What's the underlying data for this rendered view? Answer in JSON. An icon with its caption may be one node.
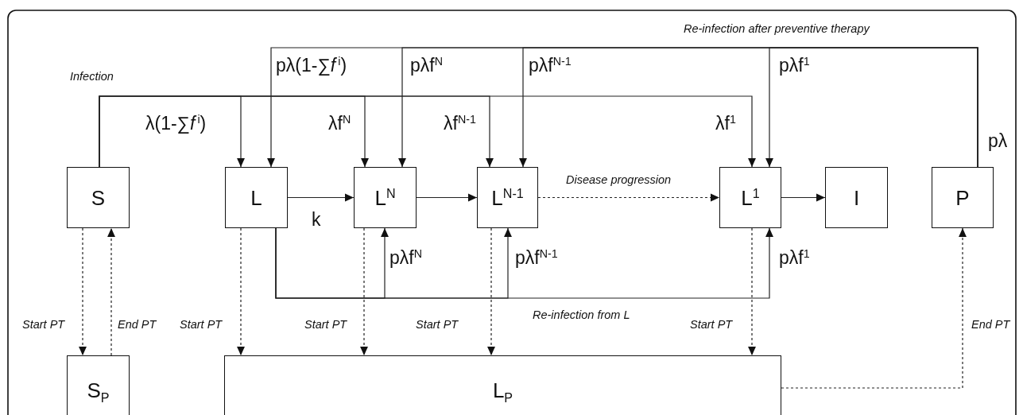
{
  "diagram": {
    "nodes": [
      {
        "text": [
          "S"
        ]
      },
      {
        "text": [
          "L"
        ]
      },
      {
        "text": [
          "L$^{N}$"
        ]
      },
      {
        "text": [
          "L$^{N-1}$"
        ]
      },
      {
        "text": [
          "L$^{1}$"
        ]
      },
      {
        "text": [
          "I"
        ]
      },
      {
        "text": [
          "P"
        ]
      },
      {
        "text": [
          "S$_{P}$"
        ]
      },
      {
        "text": [
          "L$_{P}$"
        ]
      }
    ],
    "edges": [
      {
        "from": 0,
        "to": 1,
        "arrow": "to",
        "label": "λ(1-∑*f*$^{i}$)"
      },
      {
        "from": 0,
        "to": 2,
        "arrow": "to",
        "label": "λf$^{N}$"
      },
      {
        "from": 0,
        "to": 3,
        "arrow": "to",
        "label": "λf$^{N-1}$"
      },
      {
        "from": 0,
        "to": 4,
        "arrow": "to",
        "label": "λf$^{1}$"
      },
      {
        "from": 6,
        "to": 1,
        "arrow": "to",
        "label": "pλ(1-∑*f*$^{i}$)"
      },
      {
        "from": 6,
        "to": 2,
        "arrow": "to",
        "label": "pλf$^{N}$"
      },
      {
        "from": 6,
        "to": 3,
        "arrow": "to",
        "label": "pλf$^{N-1}$"
      },
      {
        "from": 6,
        "to": 4,
        "arrow": "to",
        "label": "pλf$^{1}$"
      },
      {
        "from": 1,
        "to": 2,
        "arrow": "to",
        "label": "k"
      },
      {
        "from": 2,
        "to": 3,
        "arrow": "to"
      },
      {
        "from": 3,
        "to": 4,
        "arrow": "to",
        "label": "Disease progression",
        "style": "dashed"
      },
      {
        "from": 4,
        "to": 5,
        "arrow": "to"
      },
      {
        "from": 1,
        "to": 2,
        "arrow": "to",
        "label": "pλf$^{N}$"
      },
      {
        "from": 1,
        "to": 3,
        "arrow": "to",
        "label": "pλf$^{N-1}$"
      },
      {
        "from": 1,
        "to": 4,
        "arrow": "to",
        "label": "pλf$^{1}$"
      },
      {
        "from": 0,
        "to": 7,
        "arrow": "to",
        "label": "Start PT",
        "style": "dashed"
      },
      {
        "from": 7,
        "to": 0,
        "arrow": "to",
        "label": "End PT",
        "style": "dashed"
      },
      {
        "from": 1,
        "to": 8,
        "arrow": "to",
        "label": "Start PT",
        "style": "dashed"
      },
      {
        "from": 2,
        "to": 8,
        "arrow": "to",
        "label": "Start PT",
        "style": "dashed"
      },
      {
        "from": 3,
        "to": 8,
        "arrow": "to",
        "label": "Start PT",
        "style": "dashed"
      },
      {
        "from": 4,
        "to": 8,
        "arrow": "to",
        "label": "Start PT",
        "style": "dashed"
      },
      {
        "from": 8,
        "to": 6,
        "arrow": "to",
        "label": "End PT",
        "style": "dashed"
      }
    ],
    "labels": [
      "Re-infection after preventive therapy",
      "Infection",
      "pλ",
      "Re-infection from L"
    ]
  }
}
